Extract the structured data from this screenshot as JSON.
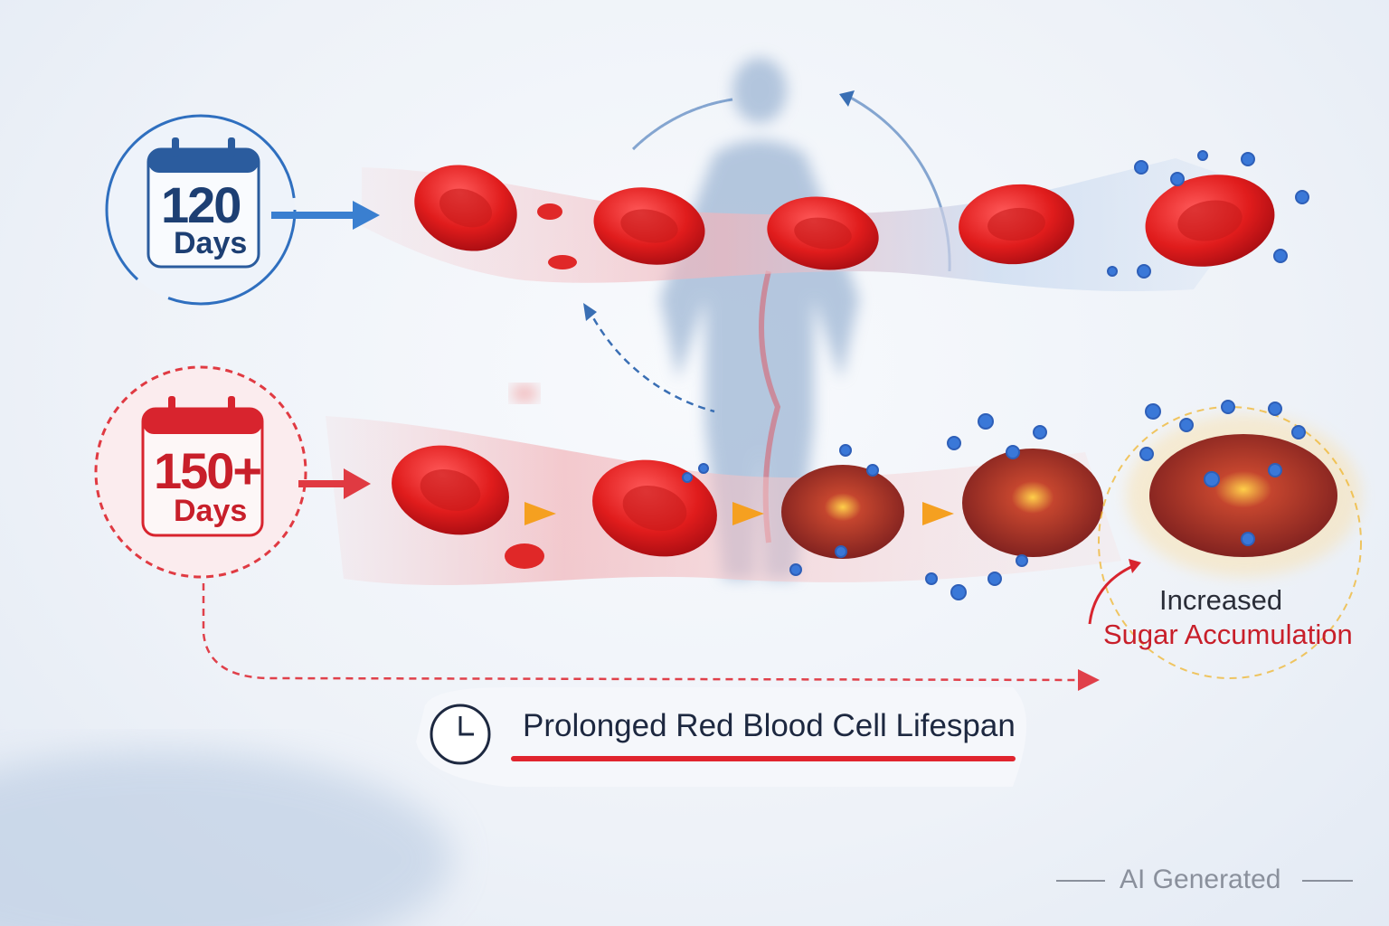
{
  "normal": {
    "days_number": "120",
    "days_label": "Days",
    "color": "#1f5fb0"
  },
  "prolonged": {
    "days_number": "150+",
    "days_label": "Days",
    "color": "#d8242e"
  },
  "annotation": {
    "line1": "Increased",
    "line2": "Sugar Accumulation"
  },
  "caption": {
    "title": "Prolonged Red Blood Cell Lifespan",
    "icon": "clock-icon"
  },
  "watermark": "AI Generated"
}
